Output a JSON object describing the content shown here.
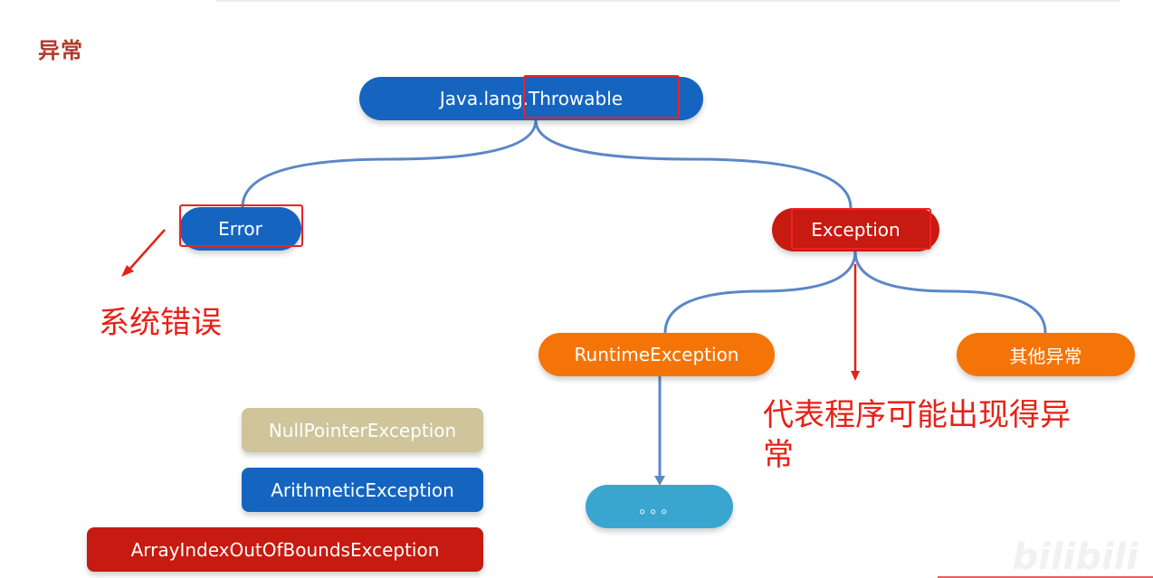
{
  "page": {
    "title": "异常",
    "watermark": "bilibili"
  },
  "nodes": {
    "throwable": "Java.lang.Throwable",
    "error": "Error",
    "exception": "Exception",
    "runtime_exception": "RuntimeException",
    "other_exceptions": "其他异常",
    "ellipsis": "。。。"
  },
  "examples": {
    "null_pointer": "NullPointerException",
    "arithmetic": "ArithmeticException",
    "array_index": "ArrayIndexOutOfBoundsException"
  },
  "annotations": {
    "error_note": "系统错误",
    "exception_note": "代表程序可能出现得异常"
  },
  "colors": {
    "blue": "#1565c0",
    "red": "#c71a10",
    "orange": "#f57407",
    "khaki": "#cfc49a",
    "light_blue": "#3aa6d0",
    "connector": "#5b87c7",
    "highlight": "#ee2222",
    "annotation": "#e62117"
  }
}
